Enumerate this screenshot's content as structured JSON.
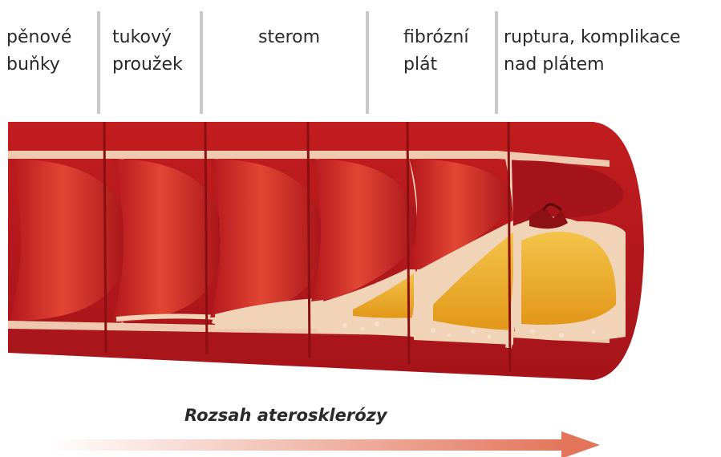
{
  "stages": [
    {
      "label": "pěnové\nbuňky"
    },
    {
      "label": "tukový\nproužek"
    },
    {
      "label": "sterom"
    },
    {
      "label": "fibrózní\nplát"
    },
    {
      "label": "ruptura, komplikace\nnad plátem"
    }
  ],
  "caption": "Rozsah aterosklerózy",
  "colors": {
    "artery_dark": "#a8141a",
    "artery_mid": "#cf2a23",
    "artery_light": "#e85a3c",
    "intima": "#f1d3b8",
    "plaque": "#e6a21d",
    "plaque_light": "#f2c24b",
    "arrow": "#e2755a"
  }
}
